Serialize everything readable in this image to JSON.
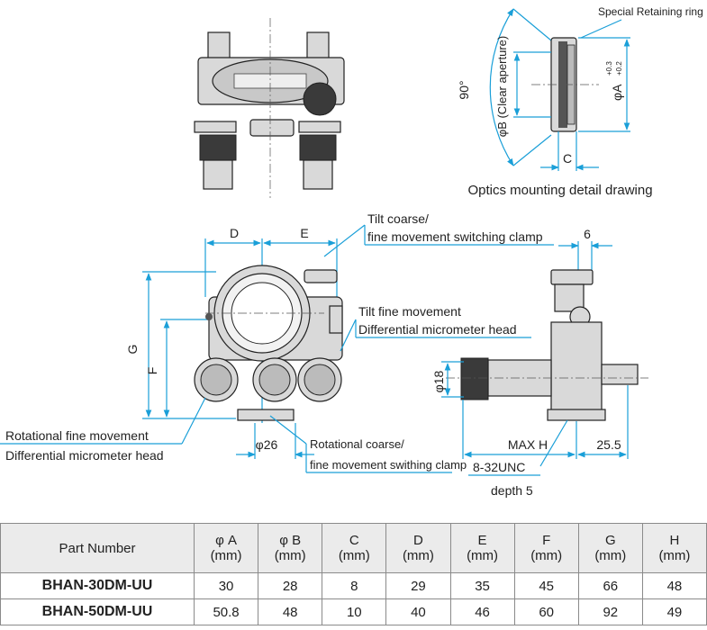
{
  "labels": {
    "special_ring": "Special Retaining ring",
    "deg90": "90°",
    "phiB": "φB (Clear aperture)",
    "phiA": "φA",
    "phiA_tol_up": "+0.3",
    "phiA_tol_dn": "+0.2",
    "c": "C",
    "optics_caption": "Optics mounting detail drawing",
    "d": "D",
    "e": "E",
    "six": "6",
    "tilt_coarse_1": "Tilt coarse/",
    "tilt_coarse_2": "fine movement switching clamp",
    "tilt_fine_1": "Tilt fine movement",
    "tilt_fine_2": "Differential micrometer head",
    "g": "G",
    "f": "F",
    "phi18": "φ18",
    "rot_fine_1": "Rotational fine movement",
    "rot_fine_2": "Differential micrometer head",
    "phi26": "φ26",
    "rot_coarse_1": "Rotational coarse/",
    "rot_coarse_2": "fine movement swithing clamp",
    "max_h": "MAX H",
    "d255": "25.5",
    "unc": "8-32UNC",
    "depth": "depth 5"
  },
  "table": {
    "headers": [
      {
        "top": "Part Number",
        "unit": ""
      },
      {
        "top": "φ A",
        "unit": "(mm)"
      },
      {
        "top": "φ B",
        "unit": "(mm)"
      },
      {
        "top": "C",
        "unit": "(mm)"
      },
      {
        "top": "D",
        "unit": "(mm)"
      },
      {
        "top": "E",
        "unit": "(mm)"
      },
      {
        "top": "F",
        "unit": "(mm)"
      },
      {
        "top": "G",
        "unit": "(mm)"
      },
      {
        "top": "H",
        "unit": "(mm)"
      }
    ],
    "rows": [
      [
        "BHAN-30DM-UU",
        "30",
        "28",
        "8",
        "29",
        "35",
        "45",
        "66",
        "48"
      ],
      [
        "BHAN-50DM-UU",
        "50.8",
        "48",
        "10",
        "40",
        "46",
        "60",
        "92",
        "49"
      ]
    ]
  },
  "colors": {
    "dimension": "#1a9fd8",
    "header_bg": "#ebebeb"
  }
}
